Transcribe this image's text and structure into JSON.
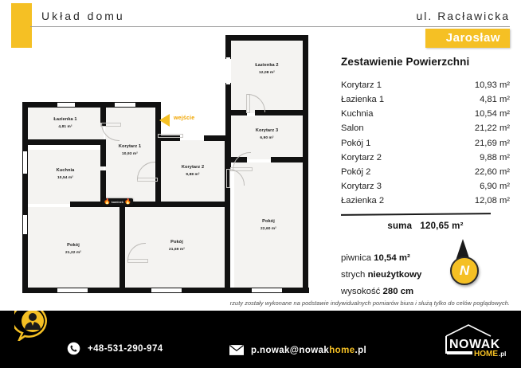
{
  "header": {
    "title": "Układ domu",
    "street": "ul. Racławicka",
    "city": "Jarosław"
  },
  "plan": {
    "entrance_label": "wejście",
    "fireplace_label": "kominek",
    "rooms": [
      {
        "name": "Łazienka 1",
        "area": "4,81 m²"
      },
      {
        "name": "Kuchnia",
        "area": "10,54 m²"
      },
      {
        "name": "Korytarz 1",
        "area": "10,93 m²"
      },
      {
        "name": "Korytarz 2",
        "area": "9,88 m²"
      },
      {
        "name": "Łazienka 2",
        "area": "12,08 m²"
      },
      {
        "name": "Korytarz 3",
        "area": "6,90 m²"
      },
      {
        "name": "Pokój",
        "area": "21,22 m²"
      },
      {
        "name": "Pokój",
        "area": "21,69 m²"
      },
      {
        "name": "Pokój",
        "area": "22,60 m²"
      }
    ]
  },
  "panel": {
    "title": "Zestawienie Powierzchni",
    "areas": [
      {
        "name": "Korytarz 1",
        "value": "10,93 m²"
      },
      {
        "name": "Łazienka 1",
        "value": "4,81 m²"
      },
      {
        "name": "Kuchnia",
        "value": "10,54 m²"
      },
      {
        "name": "Salon",
        "value": "21,22 m²"
      },
      {
        "name": "Pokój 1",
        "value": "21,69 m²"
      },
      {
        "name": "Korytarz 2",
        "value": "9,88 m²"
      },
      {
        "name": "Pokój 2",
        "value": "22,60 m²"
      },
      {
        "name": "Korytarz 3",
        "value": "6,90 m²"
      },
      {
        "name": "Łazienka 2",
        "value": "12,08 m²"
      }
    ],
    "sum_label": "suma",
    "sum_value": "120,65 m²",
    "extra": [
      {
        "label": "piwnica",
        "value": "10,54 m²"
      },
      {
        "label": "strych",
        "value": "nieużytkowy"
      },
      {
        "label": "wysokość",
        "value": "280 cm"
      }
    ],
    "compass_letter": "N"
  },
  "disclaimer": "rzuty zostały wykonane na podstawie indywidualnych pomiarów biura i służą tylko do celów poglądowych.",
  "footer": {
    "phone": "+48-531-290-974",
    "email_prefix": "p.nowak@nowak",
    "email_highlight": "home",
    "email_suffix": ".pl",
    "logo_top": "NOWAK",
    "logo_bottom_hl": "HOME",
    "logo_bottom": ".pl"
  },
  "colors": {
    "accent": "#F5C024",
    "wall": "#111111",
    "room_fill": "#f4f3f1",
    "footer_bg": "#000000"
  }
}
